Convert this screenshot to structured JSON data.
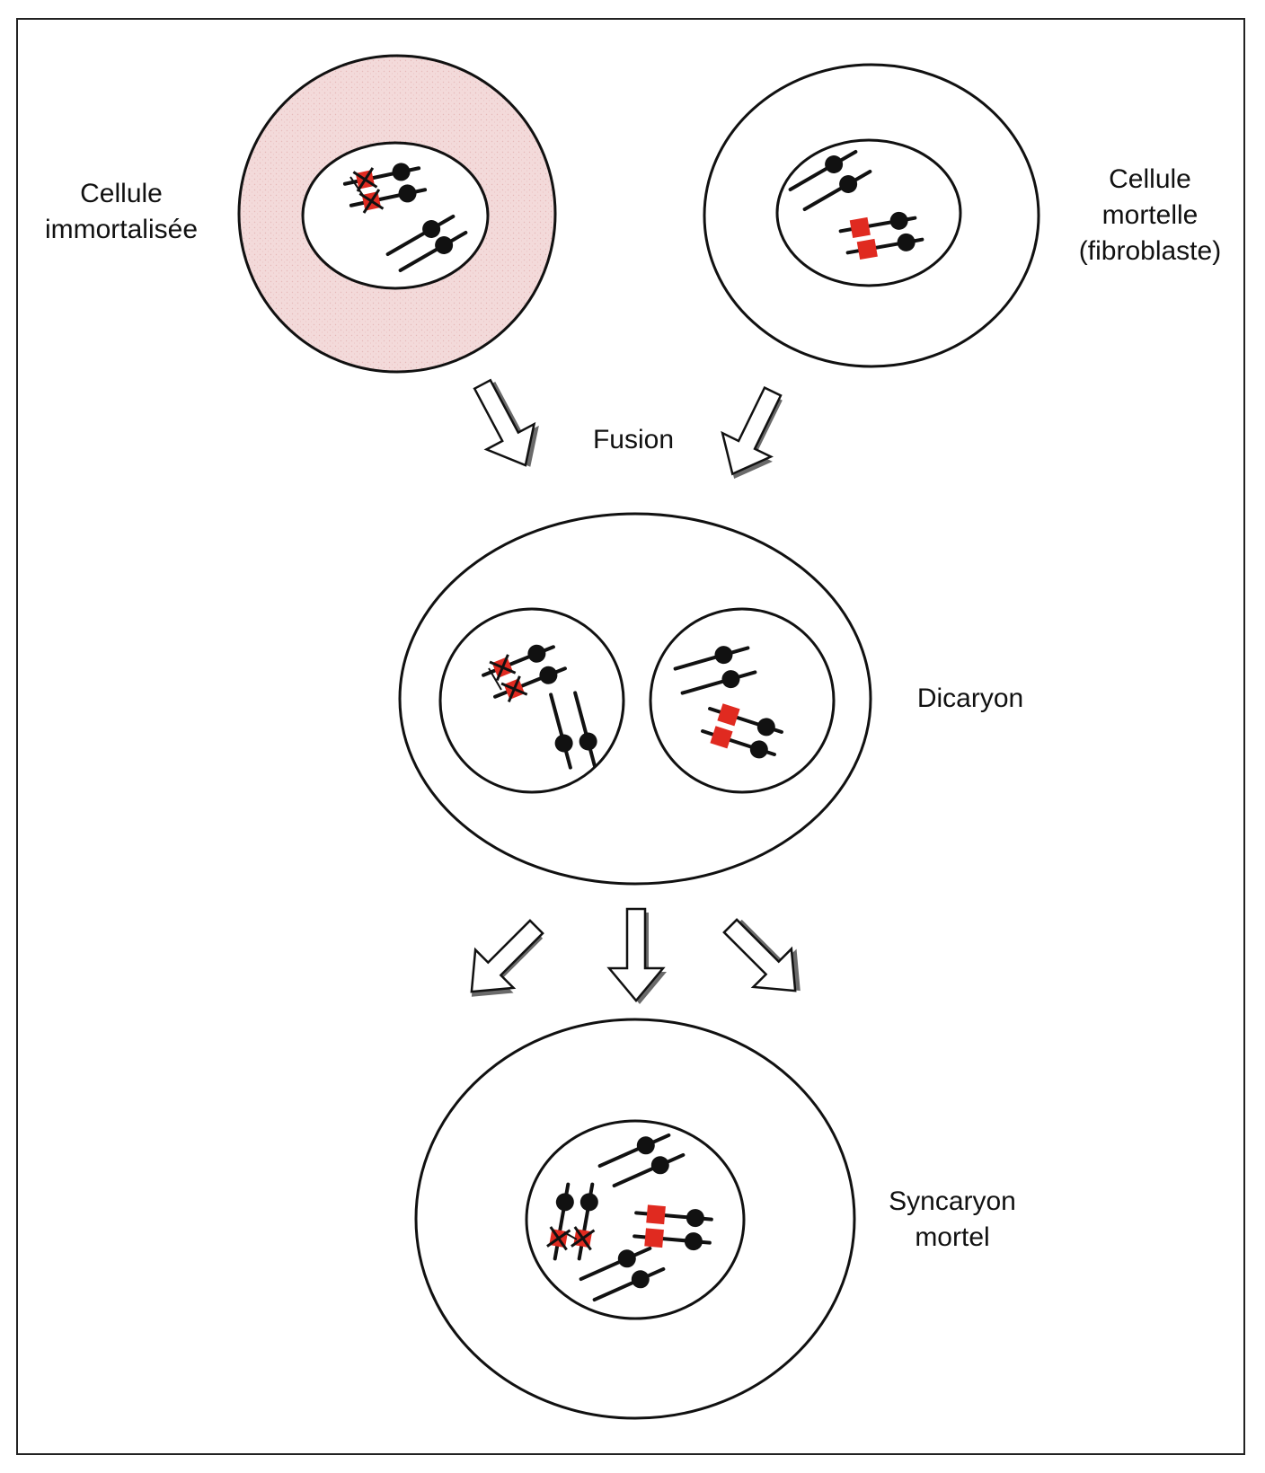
{
  "labels": {
    "immortal_cell": [
      "Cellule",
      "immortalisée"
    ],
    "mortal_cell": [
      "Cellule",
      "mortelle",
      "(fibroblaste)"
    ],
    "fusion": "Fusion",
    "dicaryon": "Dicaryon",
    "syncaryon": [
      "Syncaryon",
      "mortel"
    ]
  },
  "colors": {
    "immortal_cytoplasm": "#f2d9d9",
    "mutation_mark": "#e02a20",
    "outline": "#111111",
    "centromere": "#111111"
  }
}
